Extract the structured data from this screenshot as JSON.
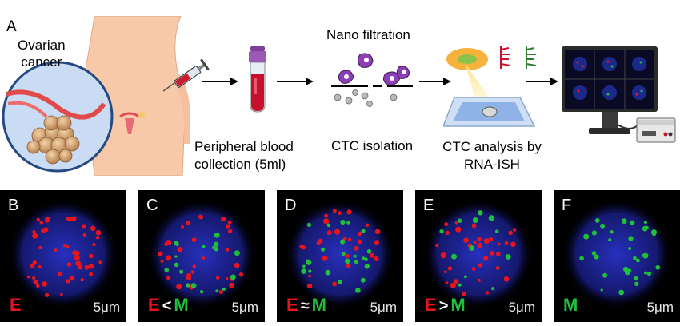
{
  "panel_a": {
    "letter": "A",
    "cancer_label": "Ovarian\ncancer",
    "nano_filtration": "Nano filtration",
    "blood_label": "Peripheral blood\ncollection (5ml)",
    "ctc_isolation": "CTC isolation",
    "ctc_analysis": "CTC analysis by\nRNA-ISH"
  },
  "panels": [
    {
      "letter": "B",
      "legend": [
        "E"
      ],
      "scale": "5μm"
    },
    {
      "letter": "C",
      "legend": [
        "E",
        "<",
        "M"
      ],
      "scale": "5μm"
    },
    {
      "letter": "D",
      "legend": [
        "E",
        "≈",
        "M"
      ],
      "scale": "5μm"
    },
    {
      "letter": "E",
      "legend": [
        "E",
        ">",
        "M"
      ],
      "scale": "5μm"
    },
    {
      "letter": "F",
      "legend": [
        "M"
      ],
      "scale": "5μm"
    }
  ],
  "colors": {
    "epithelial": "#e8141b",
    "mesenchymal": "#1fbf3a",
    "nucleus": "#2a33c8"
  }
}
